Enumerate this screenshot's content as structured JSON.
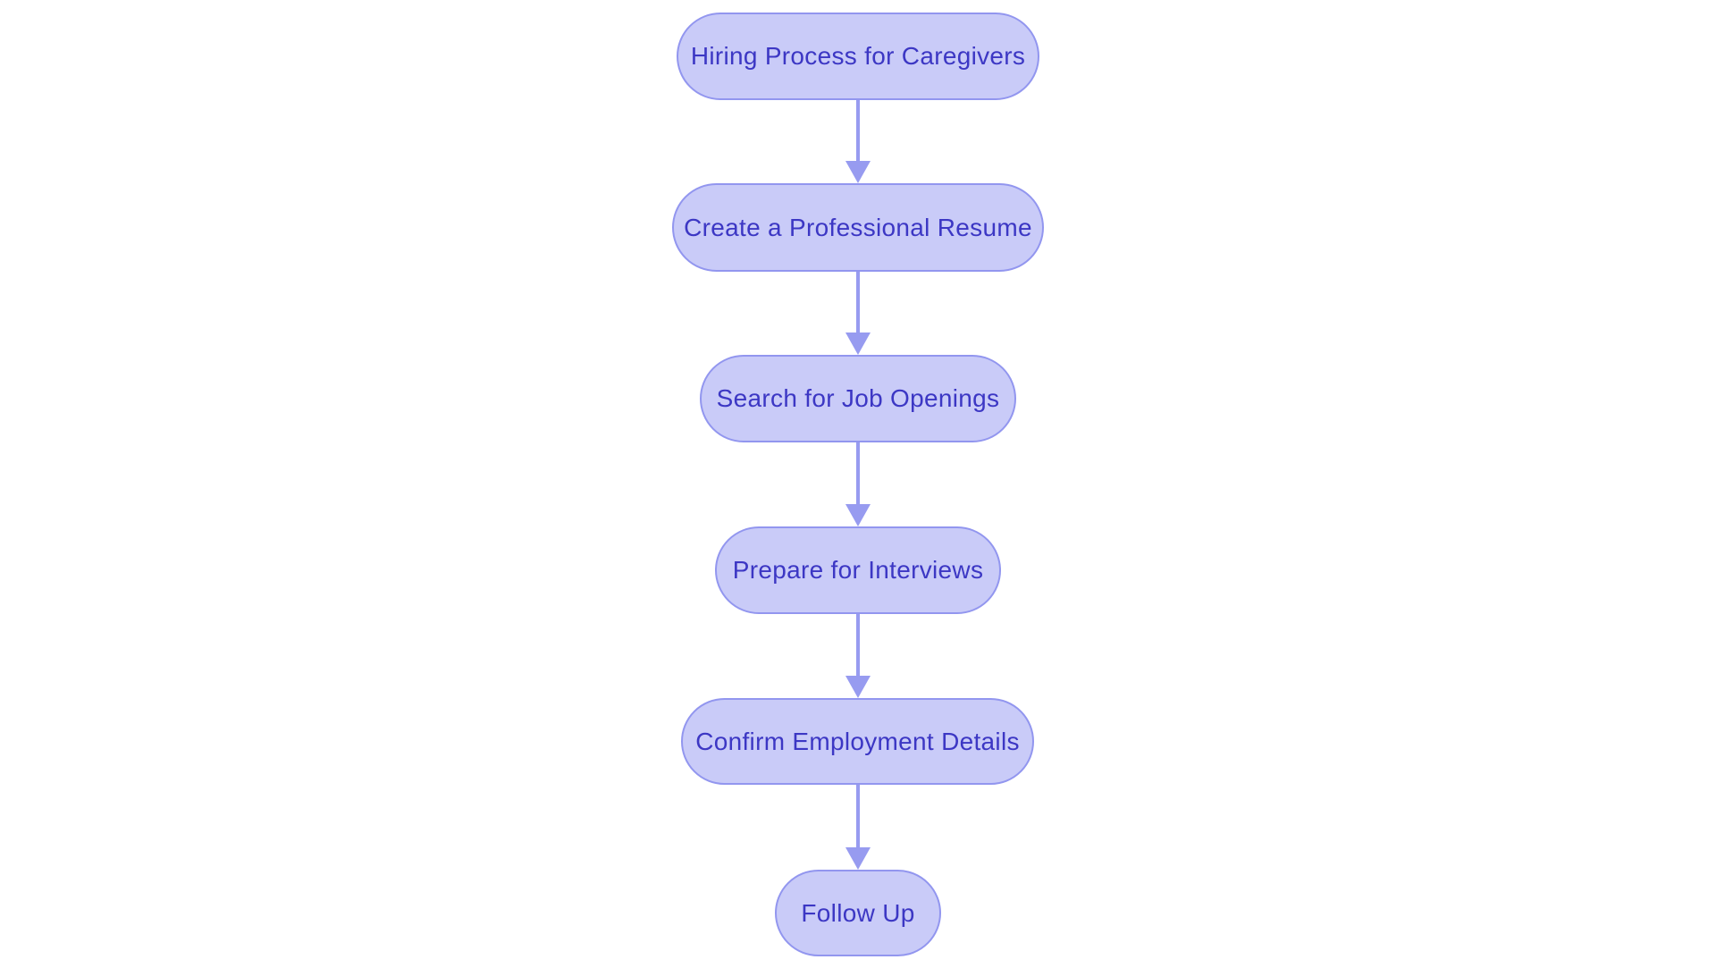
{
  "diagram": {
    "type": "flowchart",
    "direction": "top-to-bottom",
    "background": "#ffffff",
    "colors": {
      "background": "#ffffff",
      "node_fill": "#c9cbf8",
      "node_border": "#9296ef",
      "node_text": "#3c37c4",
      "arrow": "#979bf0"
    },
    "nodes": [
      {
        "id": "start",
        "label": "Hiring Process for Caregivers"
      },
      {
        "id": "resume",
        "label": "Create a Professional Resume"
      },
      {
        "id": "search",
        "label": "Search for Job Openings"
      },
      {
        "id": "interviews",
        "label": "Prepare for Interviews"
      },
      {
        "id": "confirm",
        "label": "Confirm Employment Details"
      },
      {
        "id": "followup",
        "label": "Follow Up"
      }
    ],
    "edges": [
      {
        "from": "start",
        "to": "resume"
      },
      {
        "from": "resume",
        "to": "search"
      },
      {
        "from": "search",
        "to": "interviews"
      },
      {
        "from": "interviews",
        "to": "confirm"
      },
      {
        "from": "confirm",
        "to": "followup"
      }
    ]
  }
}
